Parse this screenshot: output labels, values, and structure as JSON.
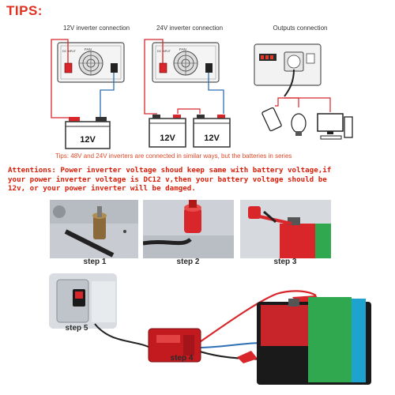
{
  "tips": {
    "title": "TIPS:",
    "conn12": "12V inverter connection",
    "conn24": "24V inverter connection",
    "outputs": "Outputs connection",
    "battery_12v": "12V",
    "fan": "FAN",
    "dc_input": "DC INPUT",
    "note": "Tips: 48V and 24V inverters are connected in similar ways, but the batteries in series"
  },
  "attention": {
    "line1": "Attentions: Power inverter voltage shoud keep same with battery voltage,if",
    "line2": "your power inverter voltage is DC12 v,then your battery voltage should be",
    "line3": "12v, or your power inverter will be damged."
  },
  "steps": {
    "step1": "step 1",
    "step2": "step 2",
    "step3": "step 3",
    "step4": "step 4",
    "step5": "step 5"
  },
  "colors": {
    "accent_red": "#e0301e",
    "wire_red": "#d8262a",
    "wire_blue": "#2d6fb5",
    "battery_green": "#2fa84f"
  }
}
